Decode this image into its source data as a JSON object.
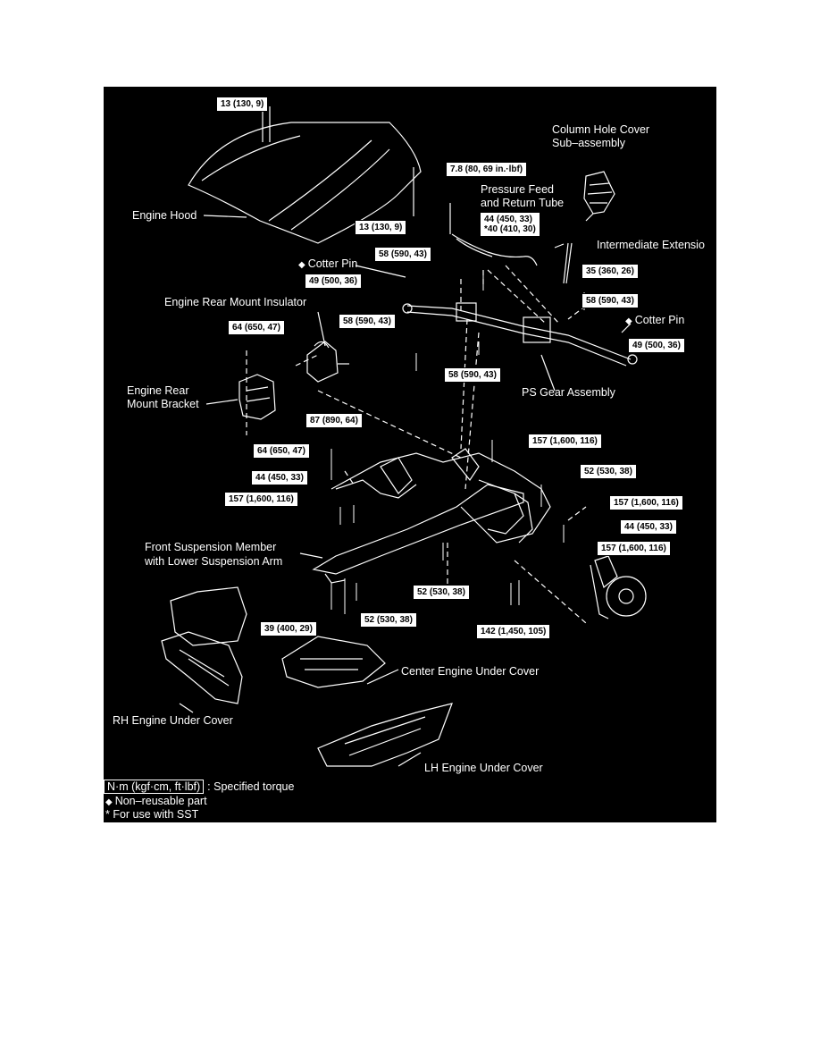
{
  "labels": {
    "engine_hood": "Engine Hood",
    "column_hole_cover_1": "Column Hole Cover",
    "column_hole_cover_2": "Sub–assembly",
    "pressure_feed_1": "Pressure Feed",
    "pressure_feed_2": "and Return Tube",
    "intermediate_extension": "Intermediate Extensio",
    "cotter_pin_left": "Cotter Pin",
    "cotter_pin_right": "Cotter Pin",
    "engine_rear_mount_insulator": "Engine Rear Mount Insulator",
    "engine_rear_mount_bracket_1": "Engine Rear",
    "engine_rear_mount_bracket_2": "Mount Bracket",
    "ps_gear_assembly": "PS Gear Assembly",
    "front_suspension_member_1": "Front Suspension Member",
    "front_suspension_member_2": "with Lower Suspension Arm",
    "center_engine_under_cover": "Center Engine Under Cover",
    "rh_engine_under_cover": "RH Engine Under Cover",
    "lh_engine_under_cover": "LH Engine Under Cover"
  },
  "torques": {
    "hood_top": "13 (130, 9)",
    "hood_right": "13 (130, 9)",
    "tube_clamp": "7.8 (80, 69 in.·lbf)",
    "tube_union_1": "44 (450, 33)",
    "tube_union_2": "*40 (410, 30)",
    "gear_top_left": "58 (590, 43)",
    "tie_rod_left": "49 (500, 36)",
    "intermediate": "35 (360, 26)",
    "gear_right": "58 (590, 43)",
    "gear_left_lower": "58 (590, 43)",
    "tie_rod_right": "49 (500, 36)",
    "gear_bottom": "58 (590, 43)",
    "insulator": "64 (650, 47)",
    "bracket_bolt": "87 (890, 64)",
    "bracket_lower": "64 (650, 47)",
    "member_left_upper": "44 (450, 33)",
    "member_left_lower": "157 (1,600, 116)",
    "member_top": "157 (1,600, 116)",
    "member_right_upper": "52 (530, 38)",
    "member_right_mid": "157 (1,600, 116)",
    "member_right_44": "44 (450, 33)",
    "member_right_lower": "157 (1,600, 116)",
    "member_center_bottom": "52 (530, 38)",
    "member_left_39": "39 (400, 29)",
    "member_left_52": "52 (530, 38)",
    "member_rear": "142 (1,450, 105)"
  },
  "legend": {
    "unit_box": "N·m (kgf·cm, ft·lbf)",
    "unit_text": ": Specified torque",
    "non_reusable": "Non–reusable part",
    "sst": "* For use with SST",
    "diamond_symbol": "◆"
  },
  "colors": {
    "background": "#000000",
    "ink": "#ffffff",
    "page": "#ffffff"
  }
}
